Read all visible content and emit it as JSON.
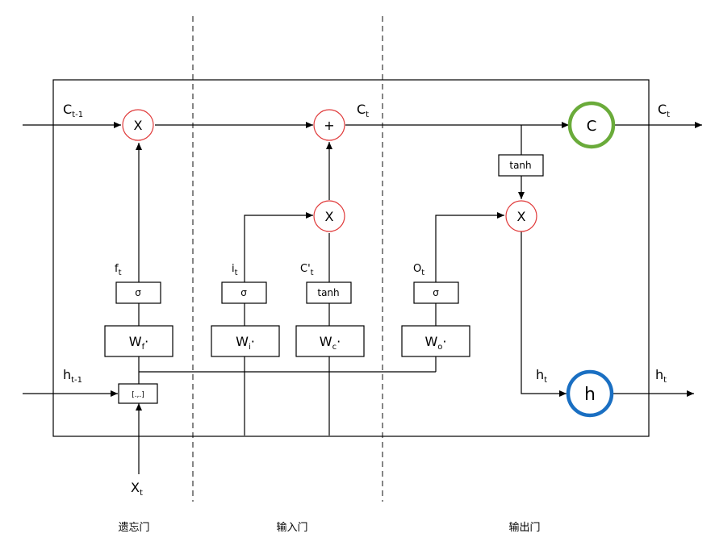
{
  "labels": {
    "c_prev": {
      "main": "C",
      "sub": "t-1"
    },
    "c_mid": {
      "main": "C",
      "sub": "t"
    },
    "c_out": {
      "main": "C",
      "sub": "t"
    },
    "h_prev": {
      "main": "h",
      "sub": "t-1"
    },
    "h_mid": {
      "main": "h",
      "sub": "t"
    },
    "h_out": {
      "main": "h",
      "sub": "t"
    },
    "x_in": {
      "main": "X",
      "sub": "t"
    },
    "f_t": {
      "main": "f",
      "sub": "t"
    },
    "i_t": {
      "main": "i",
      "sub": "t"
    },
    "c_tilde": {
      "main": "C'",
      "sub": "t"
    },
    "o_t": {
      "main": "O",
      "sub": "t"
    }
  },
  "ops": {
    "multiply": "X",
    "add": "+"
  },
  "boxes": {
    "sigma": "σ",
    "tanh": "tanh",
    "concat": "[.,.]",
    "wf": {
      "main": "W",
      "sub": "f",
      "dot": "·"
    },
    "wi": {
      "main": "W",
      "sub": "i",
      "dot": "·"
    },
    "wc": {
      "main": "W",
      "sub": "c",
      "dot": "·"
    },
    "wo": {
      "main": "W",
      "sub": "o",
      "dot": "·"
    }
  },
  "states": {
    "cell": "C",
    "hidden": "h"
  },
  "sections": {
    "forget": "遗忘门",
    "input": "输入门",
    "output": "输出门"
  },
  "colors": {
    "op_circle": "#e03a3a",
    "cell_state": "#6aab3a",
    "hidden_state": "#1a6fc2"
  }
}
